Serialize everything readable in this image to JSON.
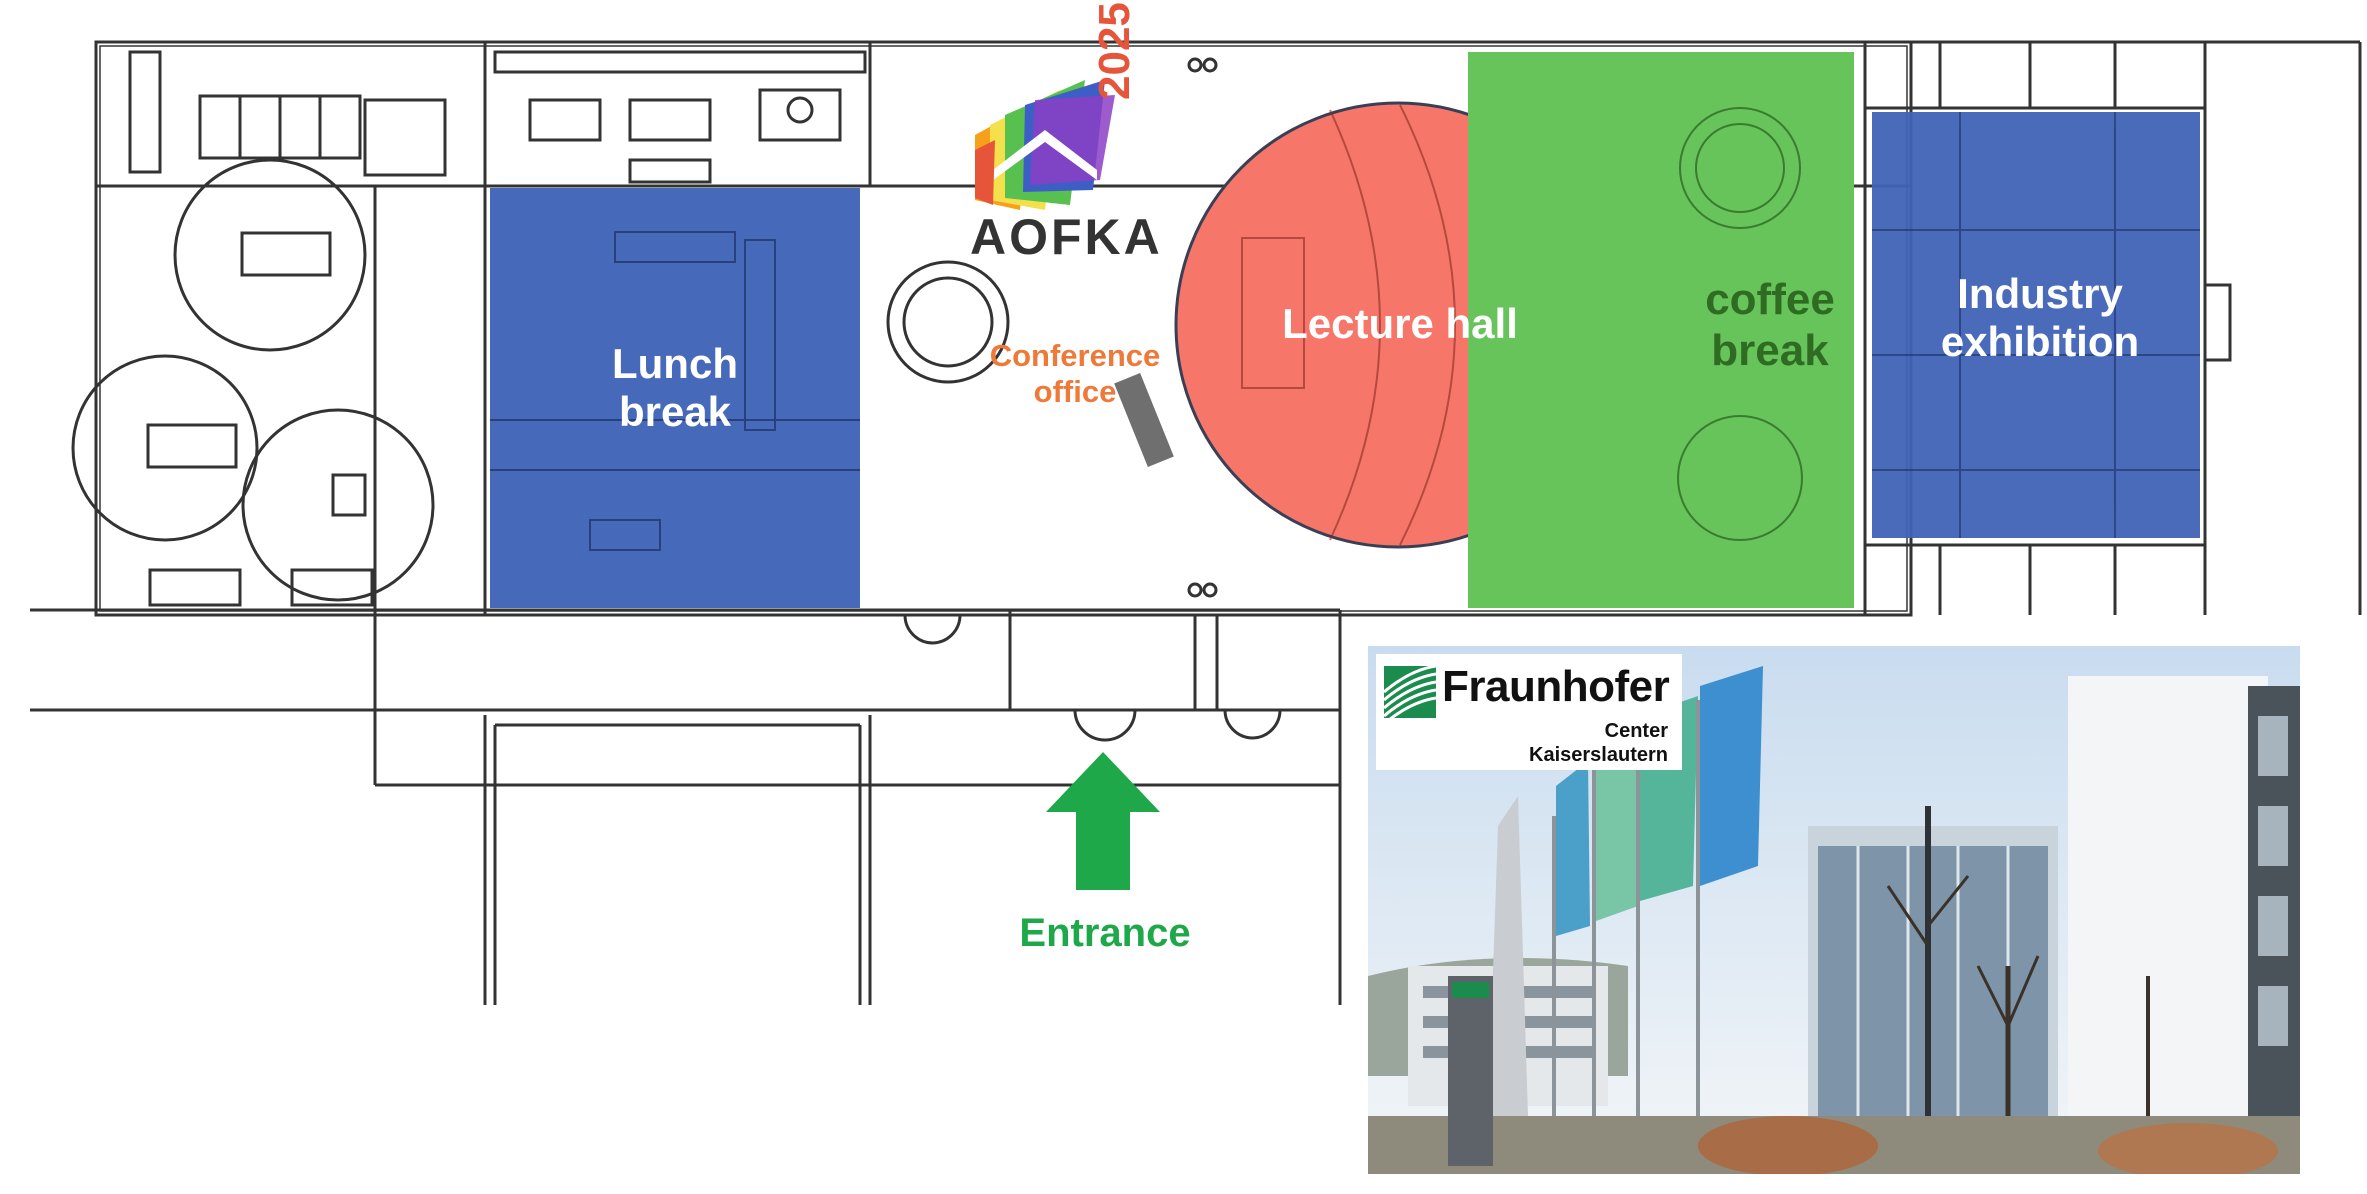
{
  "rooms": {
    "lunch": {
      "label_line1": "Lunch",
      "label_line2": "break",
      "color": "#3f63b6"
    },
    "lecture": {
      "label": "Lecture hall",
      "color": "#f6776a"
    },
    "coffee": {
      "label_line1": "coffee",
      "label_line2": "break",
      "color": "#66c45a",
      "text_color": "#2f6b22"
    },
    "industry": {
      "label_line1": "Industry",
      "label_line2": "exhibition",
      "color": "#3f63b6"
    }
  },
  "conference_office": {
    "label_line1": "Conference",
    "label_line2": "office",
    "color": "#ee7a3a"
  },
  "entrance": {
    "label": "Entrance",
    "color": "#1ea84a"
  },
  "conference_logo": {
    "name": "AOFKA",
    "year": "2025",
    "icon": "roof-house-logo-icon"
  },
  "photo": {
    "logo_word": "Fraunhofer",
    "logo_line1": "Center",
    "logo_line2": "Kaiserslautern",
    "brand_color": "#1b8c4e",
    "icon": "fraunhofer-logo-icon"
  },
  "plan_line_color": "#333333"
}
